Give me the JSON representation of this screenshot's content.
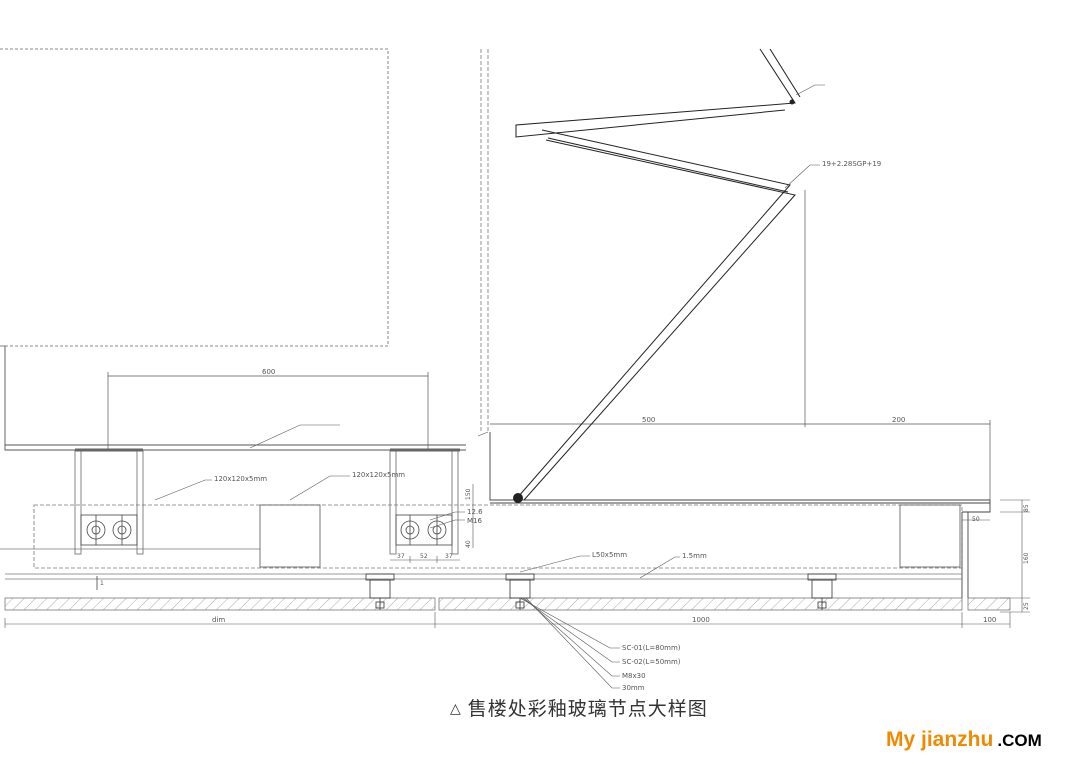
{
  "title": "售楼处彩釉玻璃节点大样图",
  "title_marker": "△",
  "watermark": {
    "brand": "My jianzhu",
    "domain": ".COM"
  },
  "labels": {
    "glass_spec": "19+2.28SGP+19",
    "tube_a": "120x120x5mm",
    "tube_b": "120x120x5mm",
    "m16": "M16",
    "steel_12": "12.6",
    "angle": "L50x5mm",
    "plate": "1.5mm",
    "sc01": "SC-01(L=80mm)",
    "sc02": "SC-02(L=50mm)",
    "bolt": "M8x30",
    "layer30": "30mm"
  },
  "dims": {
    "d600": "600",
    "d500": "500",
    "d200": "200",
    "d1000": "1000",
    "d100": "100",
    "dim": "dim",
    "d50": "50",
    "d150": "150",
    "d40": "40",
    "d37a": "37",
    "d52": "52",
    "d37b": "37",
    "d85": "85",
    "d160": "160",
    "d25": "25",
    "d1": "1"
  }
}
